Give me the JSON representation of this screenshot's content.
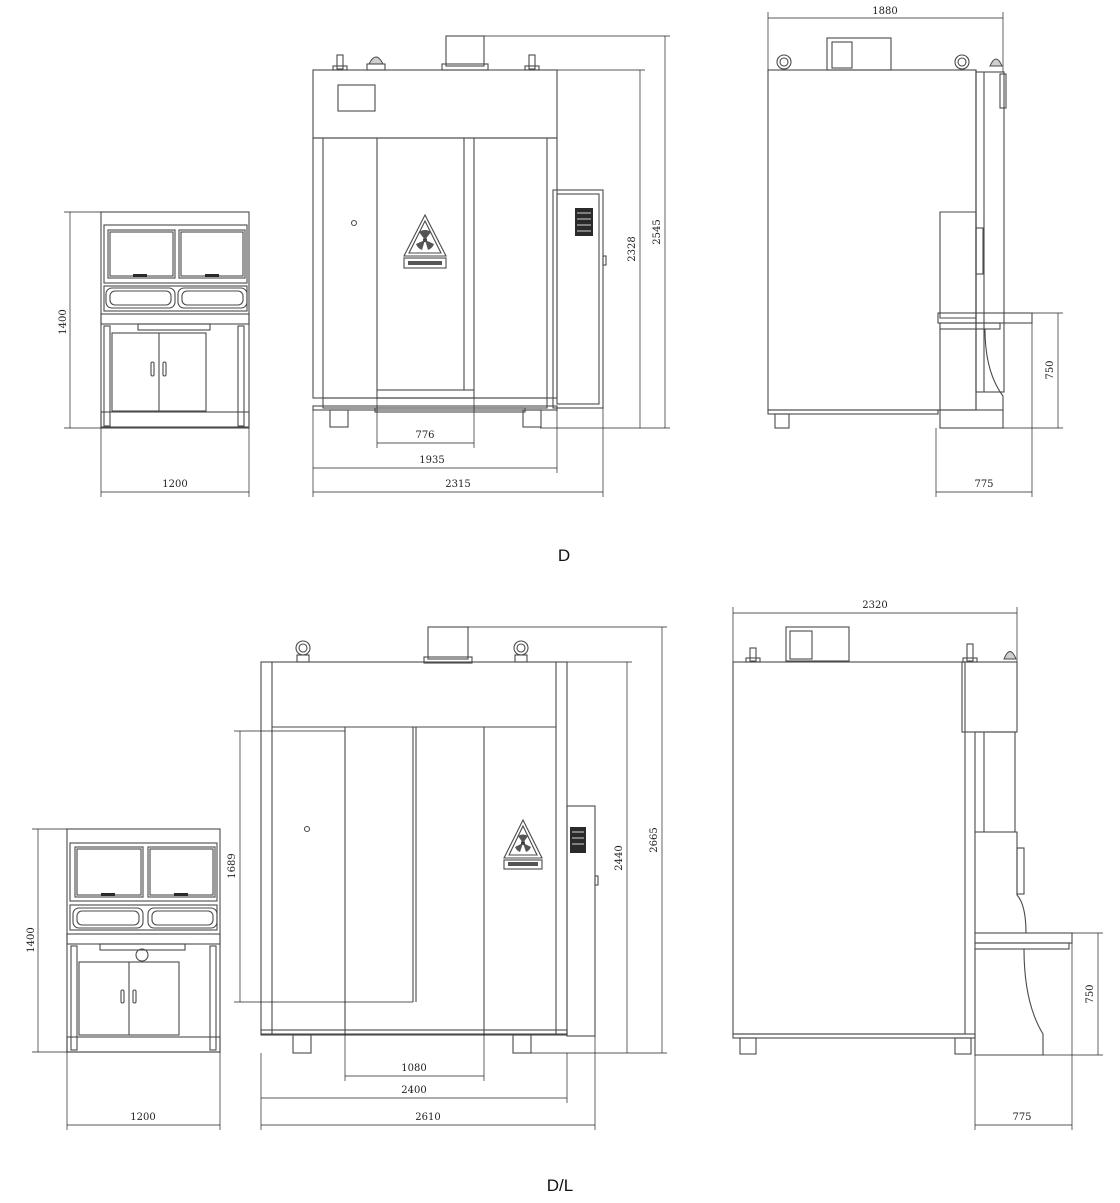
{
  "labels": {
    "top_view": "D",
    "bottom_view": "D/L"
  },
  "dimensions": {
    "d_console_height": "1400",
    "d_console_width": "1200",
    "d_inner_opening": "776",
    "d_gate_width": "1935",
    "d_total_width": "2315",
    "d_height_inner": "2328",
    "d_height_total": "2545",
    "d_depth": "1880",
    "d_table_height": "750",
    "d_table_depth": "775",
    "dl_console_height": "1400",
    "dl_console_width": "1200",
    "dl_opening_height": "1689",
    "dl_inner_opening": "1080",
    "dl_gate_width": "2400",
    "dl_total_width": "2610",
    "dl_height_inner": "2440",
    "dl_height_total": "2665",
    "dl_depth": "2320",
    "dl_table_height": "750",
    "dl_table_depth": "775"
  },
  "icons": {
    "warning": "radiation-warning-icon"
  },
  "colors": {
    "line": "#4a4a4a",
    "dimension": "#222222",
    "background": "#ffffff"
  }
}
